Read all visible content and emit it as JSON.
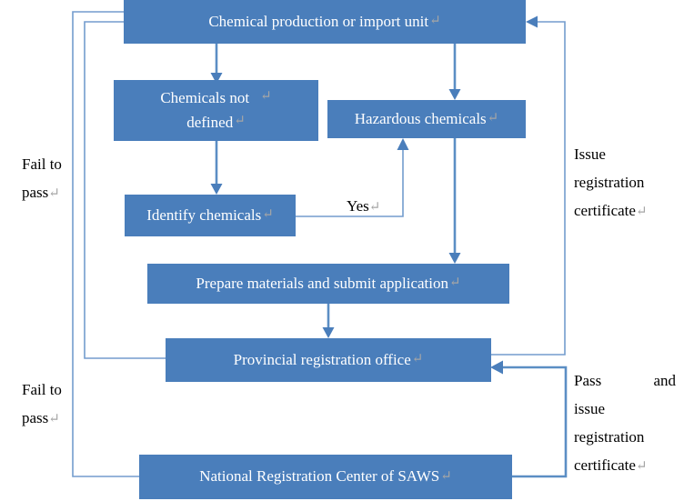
{
  "diagram": {
    "title": "Chemical registration process flowchart",
    "accent_color": "#4a7ebb",
    "wire_color": "#739ccd",
    "text_color_on_node": "#ffffff",
    "text_color_label": "#000000",
    "pilcrow": "↵"
  },
  "nodes": [
    {
      "id": "production_unit",
      "label": "Chemical production or import unit",
      "has_pilcrow": true
    },
    {
      "id": "chemicals_not_defined",
      "label_line1": "Chemicals not",
      "label_line2": "defined",
      "has_pilcrow": true
    },
    {
      "id": "hazardous_chemicals",
      "label": "Hazardous chemicals",
      "has_pilcrow": true
    },
    {
      "id": "identify_chemicals",
      "label": "Identify chemicals",
      "has_pilcrow": true
    },
    {
      "id": "prepare_materials",
      "label": "Prepare materials and submit application",
      "has_pilcrow": true
    },
    {
      "id": "provincial_office",
      "label": "Provincial registration office",
      "has_pilcrow": true
    },
    {
      "id": "national_center",
      "label": "National Registration Center of SAWS",
      "has_pilcrow": true
    }
  ],
  "edge_labels": {
    "yes": "Yes",
    "fail_to_pass_upper": "Fail to pass",
    "fail_to_pass_lower": "Fail to pass",
    "issue_registration_certificate": "Issue registration certificate",
    "pass_and_issue_line1_left": "Pass",
    "pass_and_issue_line1_right": "and",
    "pass_and_issue_rest": "issue registration certificate"
  }
}
